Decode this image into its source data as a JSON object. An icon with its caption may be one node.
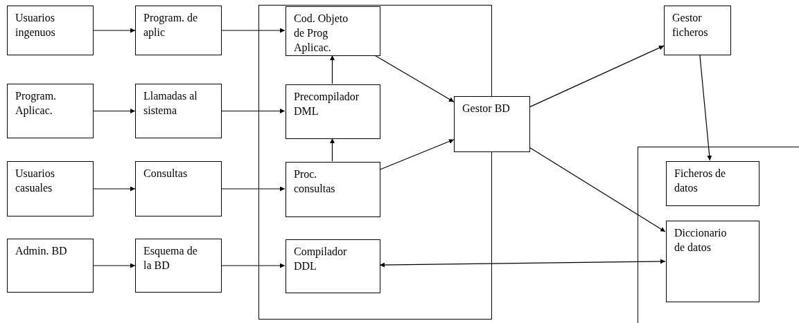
{
  "diagram": {
    "nodes": [
      {
        "text": [
          "Usuarios ingenuos"
        ]
      },
      {
        "text": [
          "Program. de aplic"
        ]
      },
      {
        "text": [],
        "shape": "box"
      },
      {
        "text": [
          "Cod. Objeto de Prog Aplicac."
        ],
        "in": 2
      },
      {
        "text": [
          "Gestor ficheros"
        ]
      },
      {
        "text": [
          "Program. Aplicac."
        ]
      },
      {
        "text": [
          "Llamadas al sistema"
        ]
      },
      {
        "text": [
          "Precompilador DML"
        ],
        "in": 2
      },
      {
        "text": [
          "Gestor BD"
        ]
      },
      {
        "text": [],
        "shape": "box"
      },
      {
        "text": [
          "Usuarios casuales"
        ]
      },
      {
        "text": [
          "Consultas"
        ]
      },
      {
        "text": [
          "Proc. consultas"
        ],
        "in": 2
      },
      {
        "text": [
          "Ficheros de datos"
        ],
        "in": 9
      },
      {
        "text": [
          "Admin. BD"
        ]
      },
      {
        "text": [
          "Esquema de la BD"
        ]
      },
      {
        "text": [
          "Compilador DDL"
        ],
        "in": 2
      },
      {
        "text": [
          "Diccionario de datos"
        ],
        "in": 9
      }
    ],
    "edges": [
      {
        "from": 0,
        "to": 1,
        "arrow": "to"
      },
      {
        "from": 1,
        "to": 3,
        "arrow": "to"
      },
      {
        "from": 5,
        "to": 6,
        "arrow": "to"
      },
      {
        "from": 6,
        "to": 7,
        "arrow": "to"
      },
      {
        "from": 10,
        "to": 11,
        "arrow": "to"
      },
      {
        "from": 11,
        "to": 12,
        "arrow": "to"
      },
      {
        "from": 14,
        "to": 15,
        "arrow": "to"
      },
      {
        "from": 15,
        "to": 16,
        "arrow": "to"
      },
      {
        "from": 7,
        "to": 3,
        "arrow": "to"
      },
      {
        "from": 12,
        "to": 7,
        "arrow": "to"
      },
      {
        "from": 3,
        "to": 8,
        "arrow": "to"
      },
      {
        "from": 12,
        "to": 8,
        "arrow": "to"
      },
      {
        "from": 8,
        "to": 4,
        "arrow": "to"
      },
      {
        "from": 4,
        "to": 13,
        "arrow": "to"
      },
      {
        "from": 8,
        "to": 17,
        "arrow": "to"
      },
      {
        "from": 16,
        "to": 17,
        "arrow": "both"
      }
    ]
  }
}
